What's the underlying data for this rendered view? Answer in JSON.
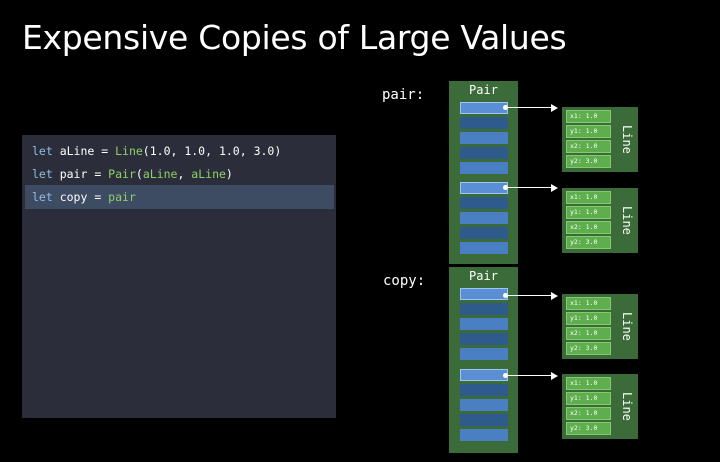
{
  "slide": {
    "title": "Expensive Copies of Large Values"
  },
  "code": {
    "lines": [
      {
        "kw": "let",
        "name": " aLine = ",
        "type": "Line",
        "rest": "(1.0, 1.0, 1.0, 3.0)"
      },
      {
        "kw": "let",
        "name": " pair = ",
        "type": "Pair",
        "open": "(",
        "arg1": "aLine",
        "sep": ", ",
        "arg2": "aLine",
        "close": ")"
      },
      {
        "kw": "let",
        "name": " copy = ",
        "value": "pair"
      }
    ]
  },
  "diagram": {
    "pair_label": "pair:",
    "copy_label": "copy:",
    "box_title": "Pair",
    "line_label": "Line",
    "fields": [
      "x1: 1.0",
      "y1: 1.0",
      "x2: 1.0",
      "y2: 3.0"
    ]
  },
  "colors": {
    "background": "#000000",
    "code_panel": "#2b2e3a",
    "highlight": "#3d4b63",
    "keyword": "#8fbce6",
    "type": "#8fd06b",
    "box_green": "#3b6b38",
    "field_green": "#5fae4e",
    "slot_blue": "#5a8fd6"
  }
}
